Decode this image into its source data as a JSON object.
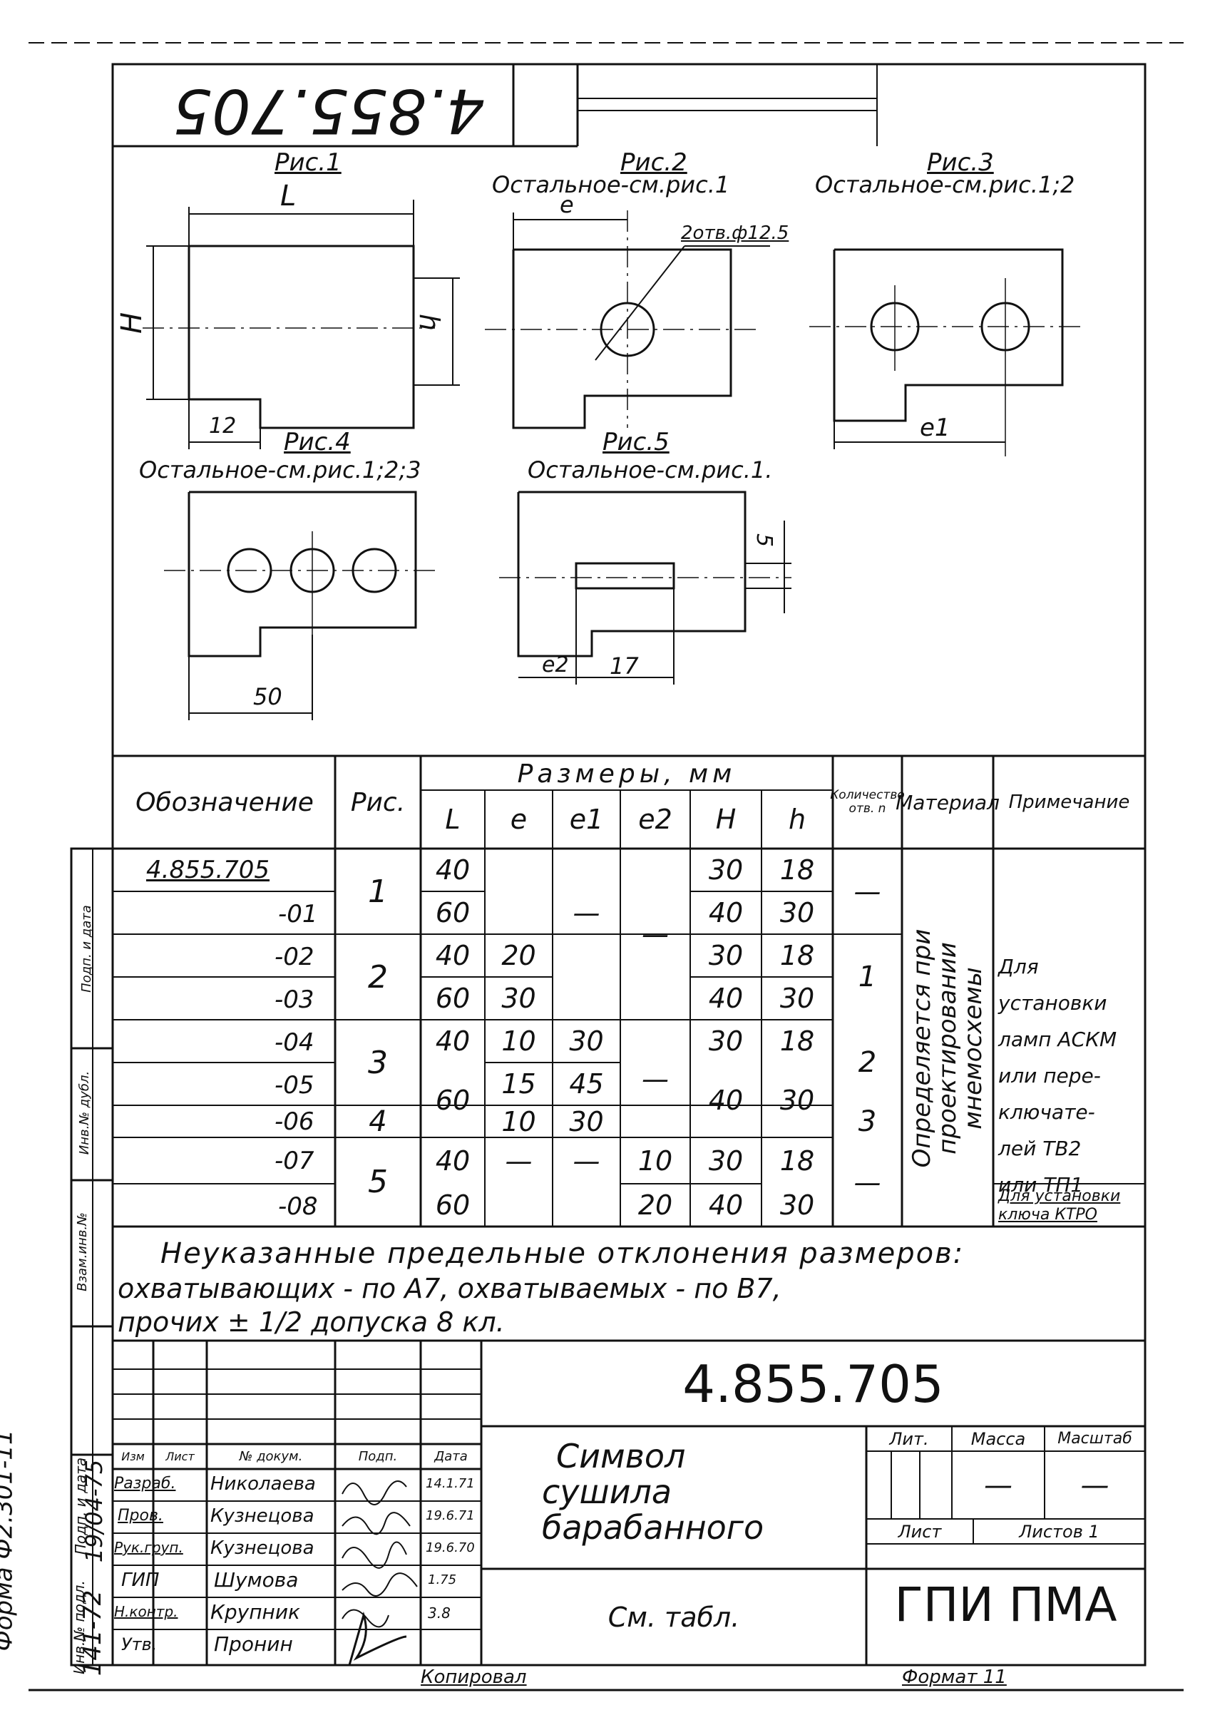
{
  "corner_stamp": {
    "code": "4.855.705",
    "rotated": true
  },
  "figures": {
    "fig1": {
      "title": "Рис.1",
      "dims": {
        "L": "L",
        "H": "H",
        "h": "h",
        "a": "12"
      }
    },
    "fig2": {
      "title": "Рис.2",
      "note": "Остальное-см.рис.1",
      "dims": {
        "e": "e"
      },
      "hole_label": "2отв.ф12.5"
    },
    "fig3": {
      "title": "Рис.3",
      "note": "Остальное-см.рис.1;2",
      "dims": {
        "e1": "e1"
      }
    },
    "fig4": {
      "title": "Рис.4",
      "note": "Остальное-см.рис.1;2;3",
      "dims": {
        "w": "50"
      }
    },
    "fig5": {
      "title": "Рис.5",
      "note": "Остальное-см.рис.1.",
      "dims": {
        "e2": "e2",
        "len": "17",
        "slot": "5"
      }
    }
  },
  "table": {
    "headers": {
      "designation": "Обозначение",
      "fig": "Рис.",
      "sizes_group": "Размеры, мм",
      "L": "L",
      "e": "e",
      "e1": "e1",
      "e2": "e2",
      "H": "H",
      "h": "h",
      "qty": "Количество отв. n",
      "material": "Материал",
      "note": "Примечание"
    },
    "rows": [
      {
        "designation": "4.855.705",
        "fig": "1",
        "L": "40",
        "e": "",
        "e1": "",
        "e2": "",
        "H": "30",
        "h": "18",
        "qty": "—"
      },
      {
        "designation": "-01",
        "fig": "",
        "L": "60",
        "e": "",
        "e1": "—",
        "e2": "—",
        "H": "40",
        "h": "30",
        "qty": ""
      },
      {
        "designation": "-02",
        "fig": "2",
        "L": "40",
        "e": "20",
        "e1": "",
        "e2": "",
        "H": "30",
        "h": "18",
        "qty": "1"
      },
      {
        "designation": "-03",
        "fig": "",
        "L": "60",
        "e": "30",
        "e1": "",
        "e2": "",
        "H": "40",
        "h": "30",
        "qty": ""
      },
      {
        "designation": "-04",
        "fig": "3",
        "L": "40",
        "e": "10",
        "e1": "30",
        "e2": "",
        "H": "30",
        "h": "18",
        "qty": "2"
      },
      {
        "designation": "-05",
        "fig": "",
        "L": "",
        "e": "15",
        "e1": "45",
        "e2": "—",
        "H": "",
        "h": "",
        "qty": ""
      },
      {
        "designation": "-06",
        "fig": "4",
        "L": "60",
        "e": "10",
        "e1": "30",
        "e2": "",
        "H": "40",
        "h": "30",
        "qty": "3"
      },
      {
        "designation": "-07",
        "fig": "5",
        "L": "40",
        "e": "—",
        "e1": "—",
        "e2": "10",
        "H": "30",
        "h": "18",
        "qty": "—"
      },
      {
        "designation": "-08",
        "fig": "",
        "L": "60",
        "e": "",
        "e1": "",
        "e2": "20",
        "H": "40",
        "h": "30",
        "qty": ""
      }
    ],
    "material_text": "Определяется при проектировании мнемосхемы",
    "note_1": [
      "Для",
      "установки",
      "ламп АСКМ",
      "или пере-",
      "ключате-",
      "лей ТВ2",
      "или ТП1"
    ],
    "note_2": [
      "Для установки",
      "ключа КТРО"
    ]
  },
  "tolerance_note": [
    "Неуказанные предельные отклонения размеров:",
    "охватывающих - по А7, охватываемых - по В7,",
    "прочих ± 1/2 допуска 8 кл."
  ],
  "title_block": {
    "code": "4.855.705",
    "name": [
      "Символ",
      "сушила",
      "барабанного"
    ],
    "material": "См. табл.",
    "org": "ГПИ ПМА",
    "lit_label": "Лит.",
    "mass_label": "Масса",
    "scale_label": "Масштаб",
    "mass_value": "—",
    "scale_value": "—",
    "sheet_label": "Лист",
    "sheets_label": "Листов 1",
    "col_headers": [
      "Изм",
      "Лист",
      "№ докум.",
      "Подп.",
      "Дата"
    ],
    "roles": [
      {
        "role": "Разраб.",
        "name": "Николаева",
        "date": "14.1.71"
      },
      {
        "role": "Пров.",
        "name": "Кузнецова",
        "date": "19.6.71"
      },
      {
        "role": "Рук.груп.",
        "name": "Кузнецова",
        "date": "19.6.70"
      },
      {
        "role": "ГИП",
        "name": "Шумова",
        "date": "1.75"
      },
      {
        "role": "Н.контр.",
        "name": "Крупник",
        "date": "3.8"
      },
      {
        "role": "Утв.",
        "name": "Пронин",
        "date": ""
      }
    ]
  },
  "side_stamps": {
    "form": "Форма Ф2.301-11",
    "inv_label": "Инв.№ подл.",
    "inv_value": "141-72",
    "sign_label": "Подп. и дата",
    "sign_value": "19/04-75",
    "labels": [
      "Взам.инв.№",
      "Инв.№ дубл.",
      "Подп. и дата"
    ]
  },
  "footer": {
    "copied": "Копировал",
    "format": "Формат 11"
  }
}
